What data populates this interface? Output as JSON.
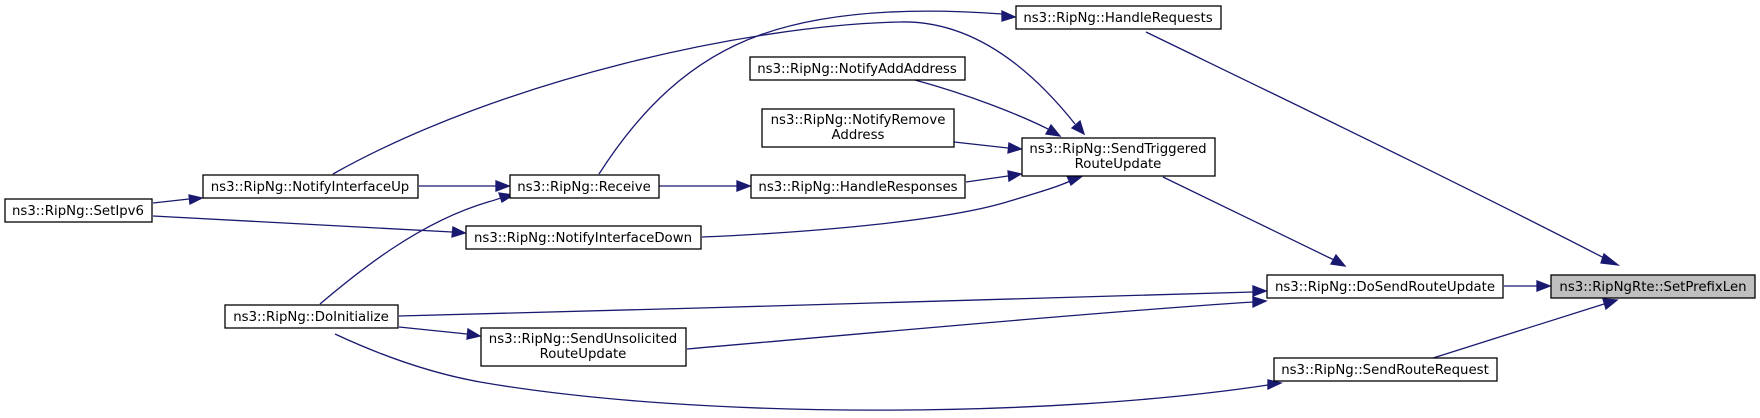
{
  "colors": {
    "edge": "#191970",
    "root_fill": "#bfbfbf",
    "node_fill": "#ffffff",
    "node_border": "#000000"
  },
  "nodes": {
    "set_prefix_len": [
      "ns3::RipNgRte::SetPrefixLen"
    ],
    "handle_requests": [
      "ns3::RipNg::HandleRequests"
    ],
    "do_send_route_update": [
      "ns3::RipNg::DoSendRouteUpdate"
    ],
    "send_route_request": [
      "ns3::RipNg::SendRouteRequest"
    ],
    "send_triggered_route_update": [
      "ns3::RipNg::SendTriggered",
      "RouteUpdate"
    ],
    "notify_add_address": [
      "ns3::RipNg::NotifyAddAddress"
    ],
    "notify_remove_address": [
      "ns3::RipNg::NotifyRemove",
      "Address"
    ],
    "handle_responses": [
      "ns3::RipNg::HandleResponses"
    ],
    "receive": [
      "ns3::RipNg::Receive"
    ],
    "notify_interface_down": [
      "ns3::RipNg::NotifyInterfaceDown"
    ],
    "notify_interface_up": [
      "ns3::RipNg::NotifyInterfaceUp"
    ],
    "set_ipv6": [
      "ns3::RipNg::SetIpv6"
    ],
    "send_unsolicited_route_update": [
      "ns3::RipNg::SendUnsolicited",
      "RouteUpdate"
    ],
    "do_initialize": [
      "ns3::RipNg::DoInitialize"
    ]
  },
  "edges": [
    [
      "handle_requests",
      "set_prefix_len"
    ],
    [
      "do_send_route_update",
      "set_prefix_len"
    ],
    [
      "send_route_request",
      "set_prefix_len"
    ],
    [
      "send_triggered_route_update",
      "do_send_route_update"
    ],
    [
      "do_initialize",
      "do_send_route_update"
    ],
    [
      "send_unsolicited_route_update",
      "do_send_route_update"
    ],
    [
      "do_initialize",
      "send_route_request"
    ],
    [
      "receive",
      "handle_requests"
    ],
    [
      "notify_interface_up",
      "send_triggered_route_update"
    ],
    [
      "notify_add_address",
      "send_triggered_route_update"
    ],
    [
      "notify_remove_address",
      "send_triggered_route_update"
    ],
    [
      "handle_responses",
      "send_triggered_route_update"
    ],
    [
      "notify_interface_down",
      "send_triggered_route_update"
    ],
    [
      "receive",
      "handle_responses"
    ],
    [
      "notify_interface_up",
      "receive"
    ],
    [
      "do_initialize",
      "receive"
    ],
    [
      "set_ipv6",
      "notify_interface_up"
    ],
    [
      "set_ipv6",
      "notify_interface_down"
    ],
    [
      "do_initialize",
      "send_unsolicited_route_update"
    ]
  ]
}
